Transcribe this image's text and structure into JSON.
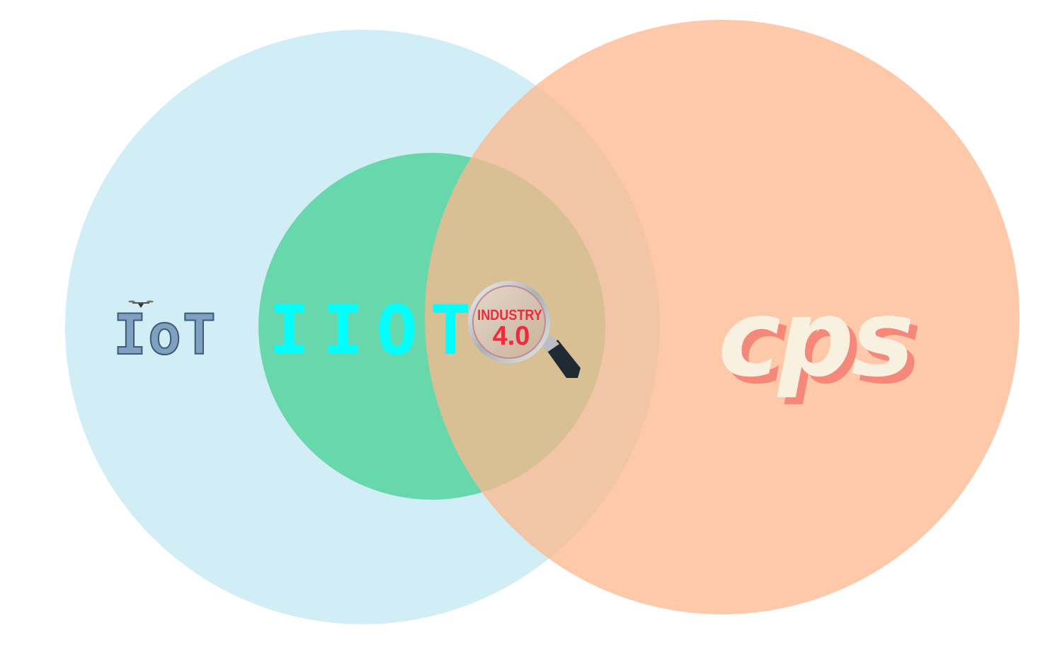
{
  "diagram": {
    "type": "venn",
    "sets": [
      {
        "id": "iot",
        "label": "IoT",
        "fill": "#d1eef7"
      },
      {
        "id": "iiot",
        "label": "IIOT",
        "fill": "#68d8ac",
        "text_color": "#00ffff"
      },
      {
        "id": "cps",
        "label": "cps",
        "fill": "#fdc8a5",
        "text_color": "#f8f0e0",
        "shadow_color": "#f4887a"
      }
    ],
    "intersection": {
      "label_line1": "INDUSTRY",
      "label_line2": "4.0",
      "icon": "magnifying-glass-icon",
      "text_color": "#f02a3a"
    }
  }
}
